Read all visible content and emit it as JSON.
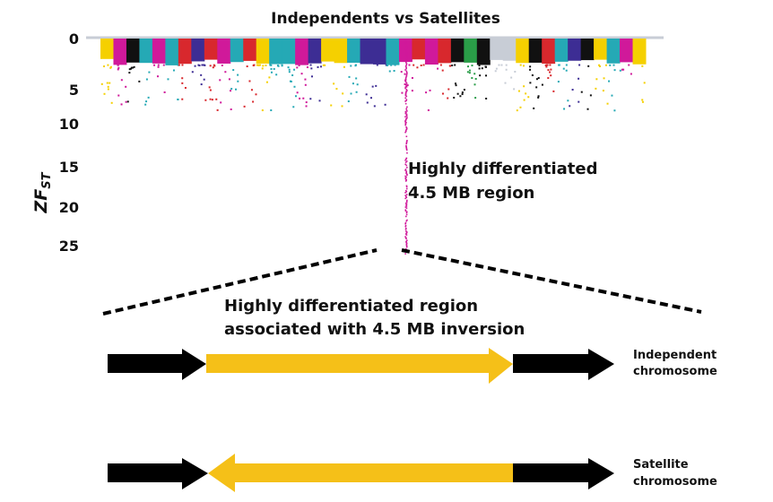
{
  "chart_data": {
    "type": "scatter",
    "subtype": "manhattan",
    "title": "Independents vs Satellites",
    "ylabel": "ZF",
    "ylabel_sub": "ST",
    "ylim": [
      0,
      27
    ],
    "y_inverted": true,
    "yticks": [
      0,
      5,
      10,
      15,
      20,
      25
    ],
    "chromosome_colors": [
      "#f5d000",
      "#d0199a",
      "#111111",
      "#25a9b5",
      "#d8282d",
      "#3d2d94",
      "#2a9d48",
      "#c8cdd6"
    ],
    "chromosome_sequence": [
      0,
      1,
      2,
      3,
      1,
      3,
      4,
      5,
      4,
      1,
      3,
      4,
      0,
      3,
      3,
      1,
      5,
      0,
      0,
      3,
      5,
      5,
      3,
      1,
      4,
      1,
      4,
      2,
      6,
      2,
      7,
      7,
      0,
      2,
      4,
      3,
      5,
      2,
      0,
      3,
      1,
      0
    ],
    "typical_max_zfst": 2.5,
    "scattered_max_zfst": 8,
    "peak": {
      "chromosome_index": 23,
      "max_zfst": 26,
      "color": "#d0199a"
    },
    "annotation": [
      "Highly differentiated",
      "4.5 MB region"
    ]
  },
  "inversion": {
    "title": [
      "Highly differentiated region",
      "associated with 4.5 MB inversion"
    ],
    "rows": [
      {
        "label": [
          "Independent",
          "chromosome"
        ],
        "orientation": "forward"
      },
      {
        "label": [
          "Satellite",
          "chromosome"
        ],
        "orientation": "reversed"
      }
    ],
    "colors": {
      "flank": "#000000",
      "inversion": "#f5c018"
    }
  }
}
